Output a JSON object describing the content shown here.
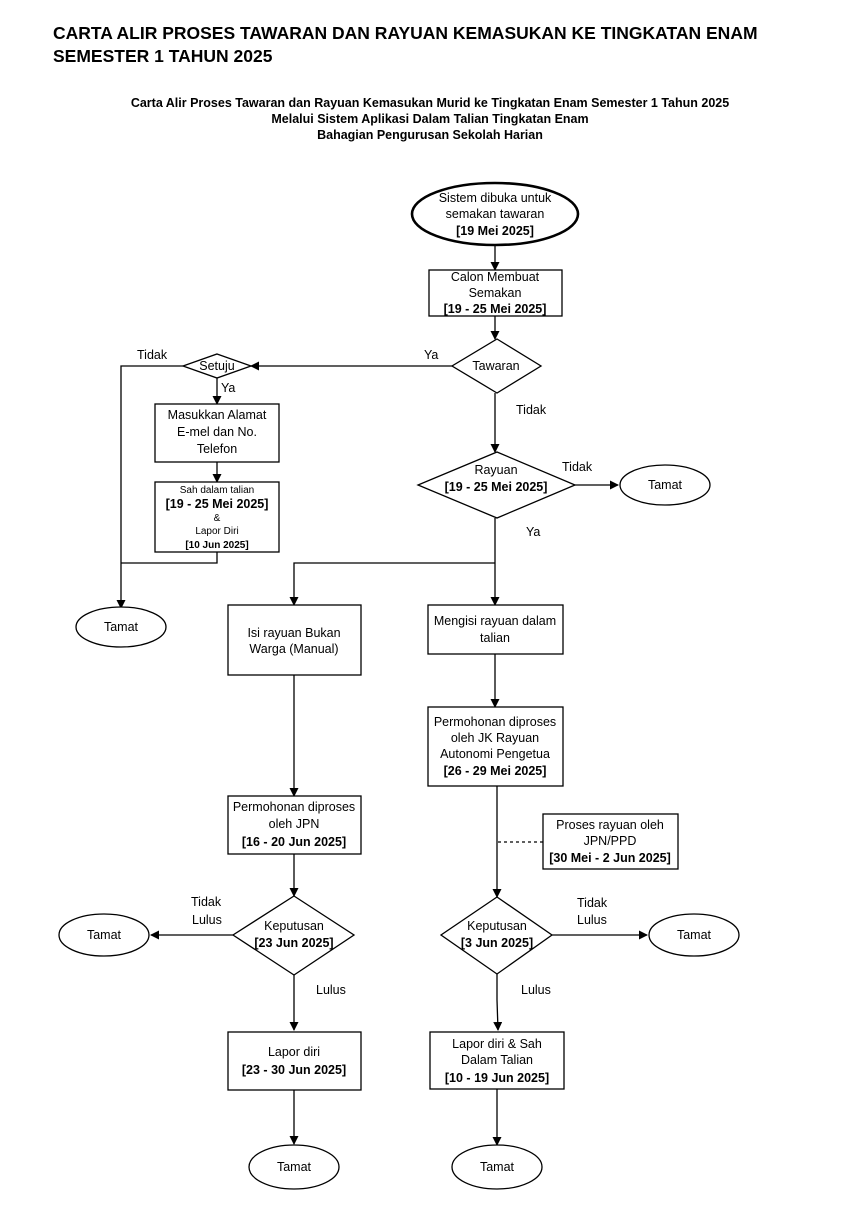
{
  "title": "CARTA ALIR PROSES TAWARAN DAN RAYUAN KEMASUKAN KE TINGKATAN ENAM SEMESTER 1 TAHUN 2025",
  "subtitle": {
    "line1": "Carta Alir Proses Tawaran dan Rayuan Kemasukan Murid ke Tingkatan Enam Semester 1 Tahun 2025",
    "line2": "Melalui Sistem Aplikasi Dalam Talian Tingkatan Enam",
    "line3": "Bahagian Pengurusan Sekolah Harian"
  },
  "nodes": {
    "start": {
      "l1": "Sistem dibuka untuk",
      "l2": "semakan tawaran",
      "date": "[19 Mei 2025]"
    },
    "semakan": {
      "l1": "Calon Membuat",
      "l2": "Semakan",
      "date": "[19 - 25 Mei 2025]"
    },
    "tawaran": {
      "label": "Tawaran"
    },
    "setuju": {
      "label": "Setuju"
    },
    "alamat": {
      "l1": "Masukkan Alamat",
      "l2": "E-mel dan No.",
      "l3": "Telefon"
    },
    "sah": {
      "l1": "Sah dalam talian",
      "date1": "[19 - 25 Mei 2025]",
      "amp": "&",
      "l2": "Lapor Diri",
      "date2": "[10 Jun 2025]"
    },
    "rayuan": {
      "label": "Rayuan",
      "date": "[19 - 25 Mei 2025]"
    },
    "isi_manual": {
      "l1": "Isi rayuan Bukan",
      "l2": "Warga (Manual)"
    },
    "isi_talian": {
      "l1": "Mengisi rayuan dalam",
      "l2": "talian"
    },
    "jk_rayuan": {
      "l1": "Permohonan diproses",
      "l2": "oleh JK Rayuan",
      "l3": "Autonomi Pengetua",
      "date": "[26 - 29 Mei 2025]"
    },
    "proses_jpn_ppd": {
      "l1": "Proses rayuan oleh",
      "l2": "JPN/PPD",
      "date": "[30 Mei - 2 Jun 2025]"
    },
    "jpn": {
      "l1": "Permohonan diproses",
      "l2": "oleh JPN",
      "date": "[16 - 20 Jun 2025]"
    },
    "keputusan_left": {
      "label": "Keputusan",
      "date": "[23 Jun 2025]"
    },
    "keputusan_right": {
      "label": "Keputusan",
      "date": "[3 Jun 2025]"
    },
    "lapor_left": {
      "l1": "Lapor diri",
      "date": "[23 - 30 Jun 2025]"
    },
    "lapor_right": {
      "l1": "Lapor diri & Sah",
      "l2": "Dalam Talian",
      "date": "[10 - 19 Jun 2025]"
    },
    "tamat": "Tamat"
  },
  "edge_labels": {
    "ya": "Ya",
    "tidak": "Tidak",
    "lulus": "Lulus",
    "tidak_lulus_1": "Tidak",
    "tidak_lulus_2": "Lulus"
  }
}
